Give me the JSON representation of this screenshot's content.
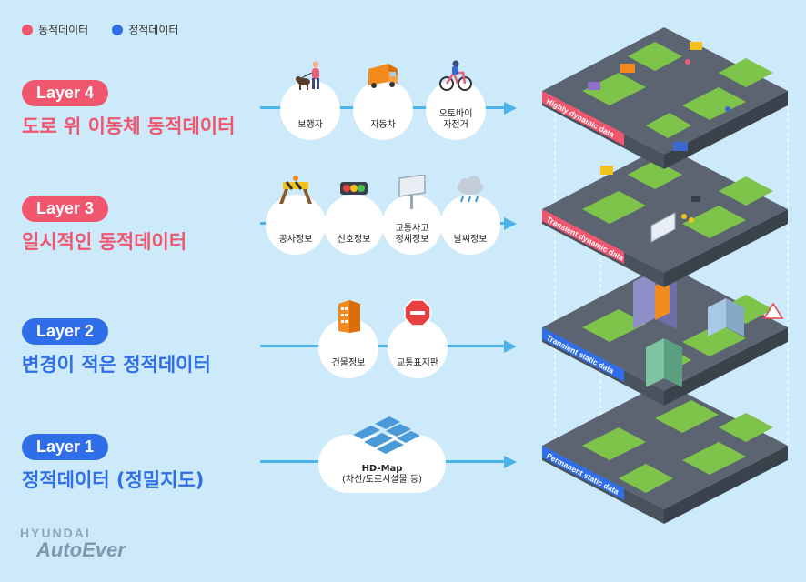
{
  "legend": {
    "dynamic": "동적데이터",
    "static": "정적데이터",
    "dynamic_color": "#f0566e",
    "static_color": "#2f6ee8"
  },
  "layers": [
    {
      "pill": "Layer 4",
      "desc": "도로 위 이동체 동적데이터",
      "color": "#f0566e",
      "items": [
        "보행자",
        "자동차",
        "오토바이\n자전거"
      ],
      "tag": "Highly dynamic data"
    },
    {
      "pill": "Layer 3",
      "desc": "일시적인 동적데이터",
      "color": "#f0566e",
      "items": [
        "공사정보",
        "신호정보",
        "교통사고\n정체정보",
        "날씨정보"
      ],
      "tag": "Transient dynamic data"
    },
    {
      "pill": "Layer 2",
      "desc": "변경이 적은 정적데이터",
      "color": "#2f6ee8",
      "items": [
        "건물정보",
        "교통표지판"
      ],
      "tag": "Transient static data"
    },
    {
      "pill": "Layer 1",
      "desc": "정적데이터 (정밀지도)",
      "color": "#2f6ee8",
      "items": [],
      "cloud_title": "HD-Map",
      "cloud_sub": "(차선/도로시설물 등)",
      "tag": "Permanent static data"
    }
  ],
  "brand": {
    "top": "HYUNDAI",
    "bottom": "AutoEver"
  }
}
